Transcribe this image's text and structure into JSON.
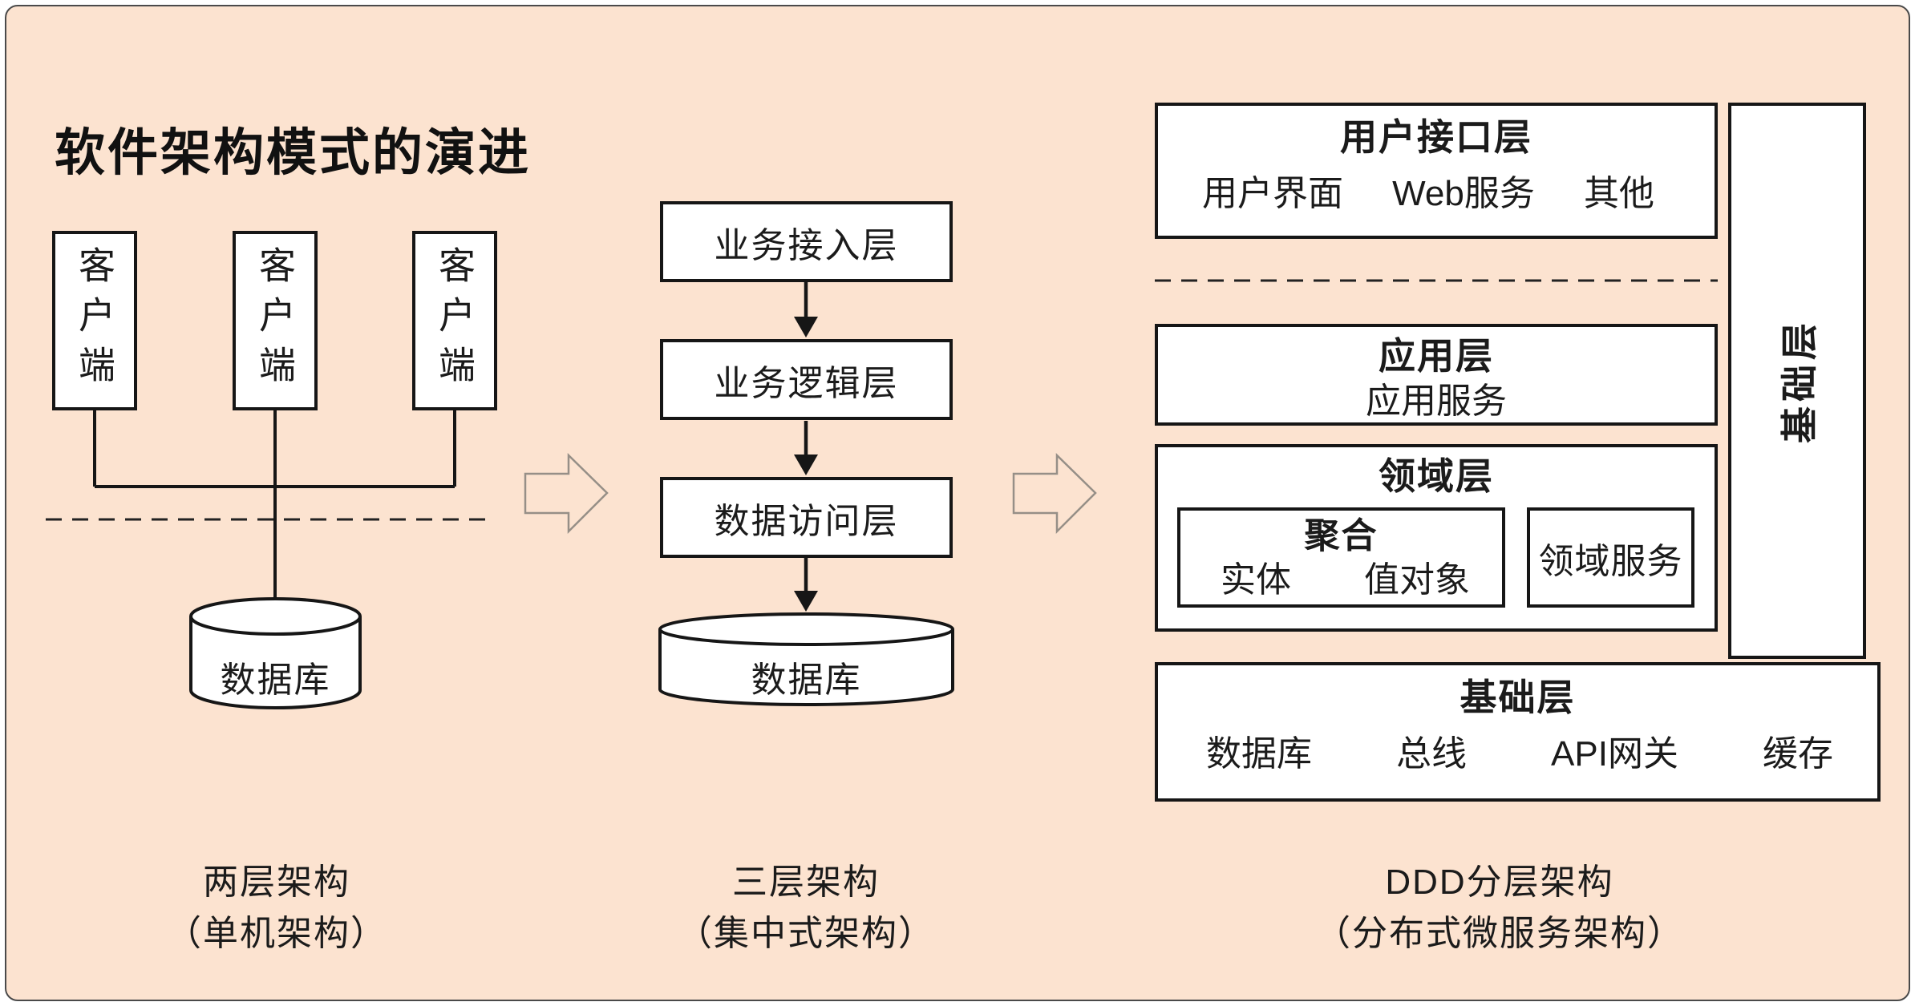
{
  "title": "软件架构模式的演进",
  "colors": {
    "background": "#fce3d0",
    "box_fill": "#ffffff",
    "box_border": "#161616",
    "line": "#161616",
    "hollow_arrow_outline": "#968f87"
  },
  "sections": {
    "two_tier": {
      "clients": [
        "客户端",
        "客户端",
        "客户端"
      ],
      "database": "数据库",
      "caption_line1": "两层架构",
      "caption_line2": "（单机架构）"
    },
    "three_tier": {
      "layers": [
        "业务接入层",
        "业务逻辑层",
        "数据访问层"
      ],
      "database": "数据库",
      "caption_line1": "三层架构",
      "caption_line2": "（集中式架构）"
    },
    "ddd": {
      "ui_layer": {
        "title": "用户接口层",
        "items": [
          "用户界面",
          "Web服务",
          "其他"
        ]
      },
      "app_layer": {
        "title": "应用层",
        "service": "应用服务"
      },
      "domain_layer": {
        "title": "领域层",
        "aggregate": {
          "title": "聚合",
          "items": [
            "实体",
            "值对象"
          ]
        },
        "domain_service": "领域服务"
      },
      "infra_vertical": "基础层",
      "infra_layer": {
        "title": "基础层",
        "items": [
          "数据库",
          "总线",
          "API网关",
          "缓存"
        ]
      },
      "caption_line1": "DDD分层架构",
      "caption_line2": "（分布式微服务架构）"
    }
  }
}
